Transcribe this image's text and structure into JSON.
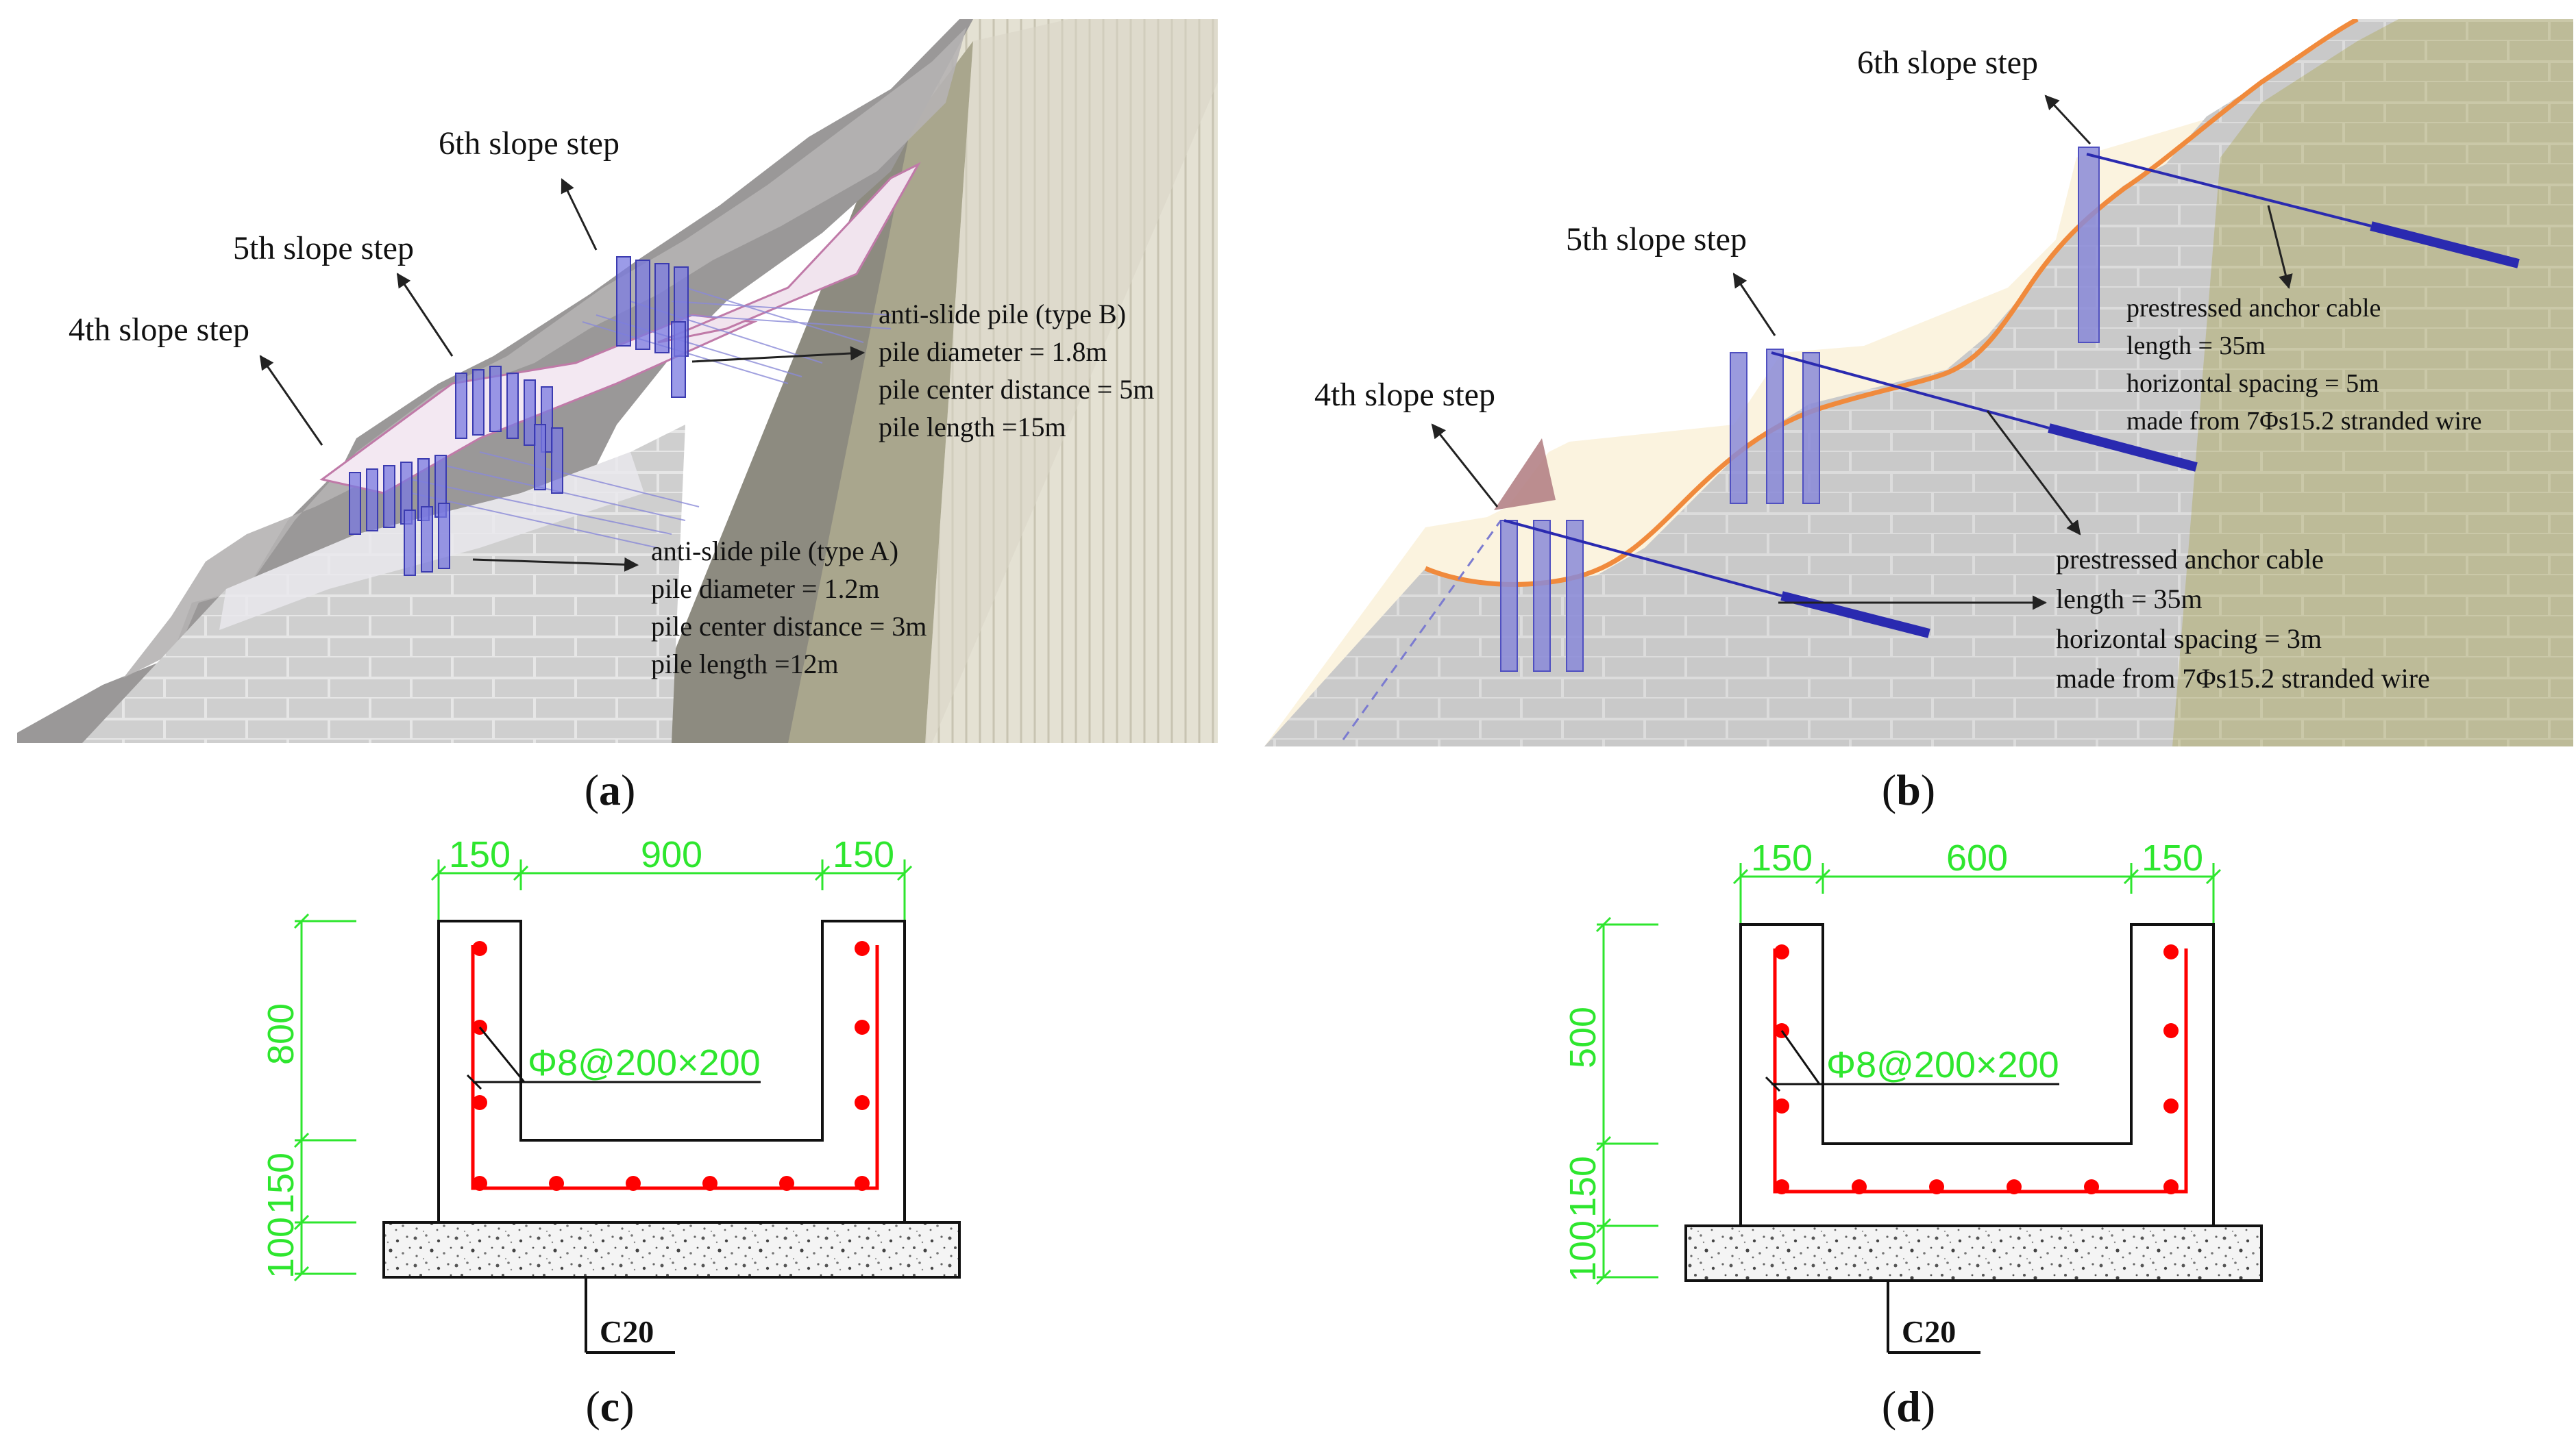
{
  "panels": {
    "a": {
      "caption_letter": "a",
      "step_labels": [
        "6th slope step",
        "5th slope step",
        "4th slope step"
      ],
      "pile_b": {
        "title": "anti-slide pile  (type B)",
        "diameter": "pile diameter  = 1.8m",
        "spacing": "pile center distance = 5m",
        "length": "pile length =15m"
      },
      "pile_a": {
        "title": "anti-slide pile  (type A)",
        "diameter": "pile diameter  = 1.2m",
        "spacing": "pile center distance = 3m",
        "length": "pile length =12m"
      }
    },
    "b": {
      "caption_letter": "b",
      "step_labels": [
        "6th slope step",
        "5th slope step",
        "4th slope step"
      ],
      "cable_upper": {
        "title": "prestressed anchor cable",
        "length": "length = 35m",
        "spacing": "horizontal spacing = 5m",
        "material": "made from 7Φs15.2 stranded wire"
      },
      "cable_lower": {
        "title": "prestressed anchor cable",
        "length": "length = 35m",
        "spacing": "horizontal spacing = 3m",
        "material": "made from 7Φs15.2 stranded wire"
      }
    },
    "c": {
      "caption_letter": "c",
      "dim_top": [
        "150",
        "900",
        "150"
      ],
      "dim_side": [
        "800",
        "150",
        "100"
      ],
      "rebar_label": "Φ8@200×200",
      "concrete_label": "C20"
    },
    "d": {
      "caption_letter": "d",
      "dim_top": [
        "150",
        "600",
        "150"
      ],
      "dim_side": [
        "500",
        "150",
        "100"
      ],
      "rebar_label": "Φ8@200×200",
      "concrete_label": "C20"
    }
  },
  "colors": {
    "dimension_green": "#2ee62e",
    "rebar_red": "#ff0000",
    "pile_blue": "#6b6bd6",
    "sliding_surface_orange": "#f08a3c",
    "cable_navy": "#2a2ab0"
  }
}
